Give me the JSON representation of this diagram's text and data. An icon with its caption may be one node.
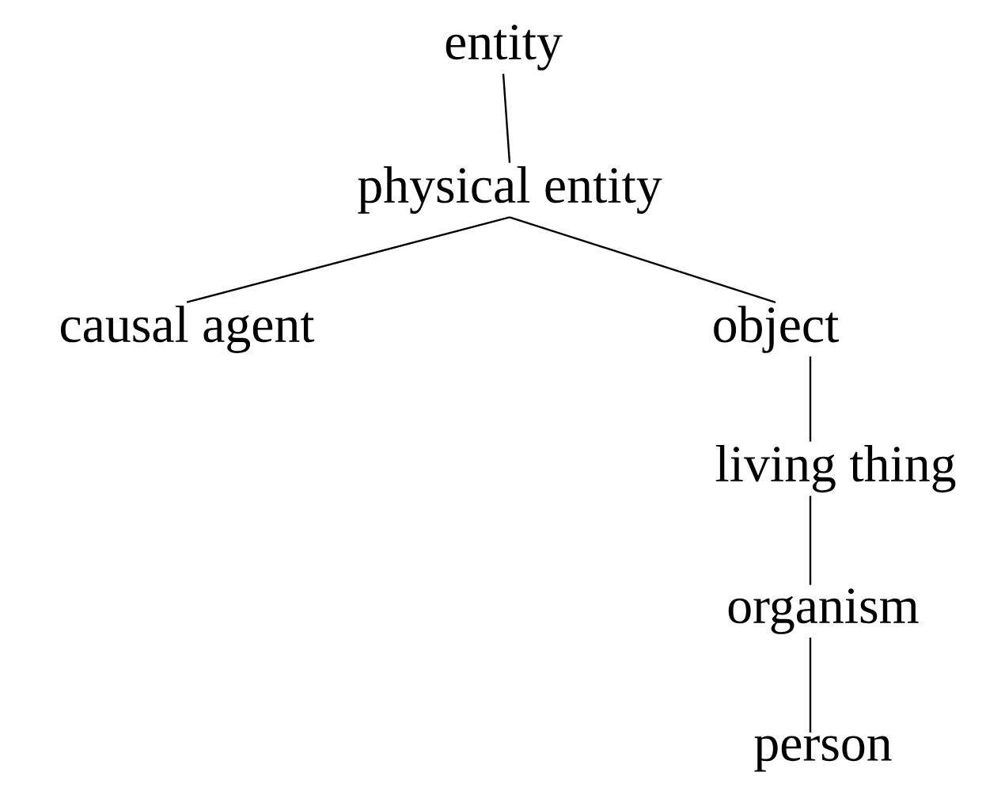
{
  "diagram": {
    "nodes": [
      {
        "text": [
          "entity"
        ]
      },
      {
        "text": [
          "physical entity"
        ]
      },
      {
        "text": [
          "causal agent"
        ]
      },
      {
        "text": [
          "object"
        ]
      },
      {
        "text": [
          "living thing"
        ]
      },
      {
        "text": [
          "organism"
        ]
      },
      {
        "text": [
          "person"
        ]
      }
    ],
    "edges": [
      {
        "from": 0,
        "to": 1,
        "arrow": "none"
      },
      {
        "from": 1,
        "to": 2,
        "arrow": "none"
      },
      {
        "from": 1,
        "to": 3,
        "arrow": "none"
      },
      {
        "from": 3,
        "to": 4,
        "arrow": "none"
      },
      {
        "from": 4,
        "to": 5,
        "arrow": "none"
      },
      {
        "from": 5,
        "to": 6,
        "arrow": "none"
      }
    ]
  }
}
